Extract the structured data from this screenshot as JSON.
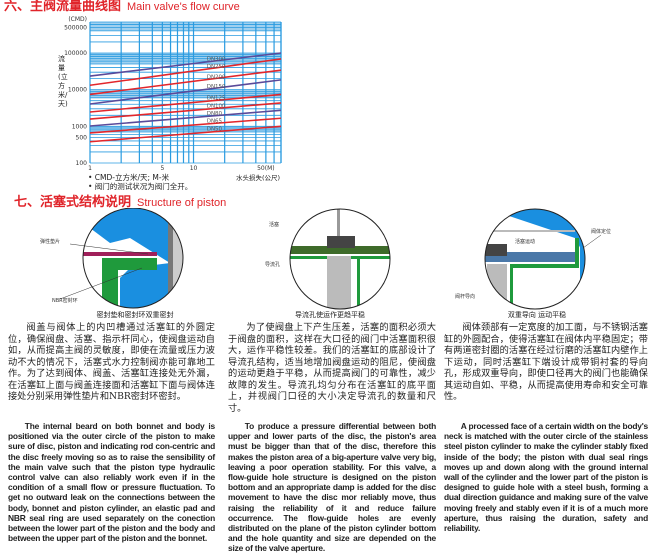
{
  "section6": {
    "title_zh": "六、主阀流量曲线图",
    "title_en": "Main valve's flow curve"
  },
  "chart_data": {
    "type": "line",
    "title": "Main valve's flow curve",
    "xlabel": "水头损失(公尺)",
    "ylabel": "流量(立方米/天)",
    "yunit": "(CMD)",
    "xscale": "log",
    "yscale": "log",
    "xlim": [
      1,
      70
    ],
    "ylim": [
      100,
      700000
    ],
    "xticks": [
      "1",
      "5",
      "10",
      "50(M)"
    ],
    "xtick_values": [
      1,
      5,
      10,
      50
    ],
    "yticks": [
      "500000",
      "100000",
      "10000",
      "1000",
      "500",
      "100"
    ],
    "ytick_values": [
      500000,
      100000,
      10000,
      1000,
      500,
      100
    ],
    "grid": true,
    "series": [
      {
        "name": "DN300",
        "x": [
          1,
          70
        ],
        "values": [
          23500,
          100000
        ]
      },
      {
        "name": "DN250",
        "x": [
          1,
          70
        ],
        "values": [
          13200,
          69000
        ]
      },
      {
        "name": "DN200",
        "x": [
          1,
          70
        ],
        "values": [
          7400,
          34000
        ]
      },
      {
        "name": "DN150",
        "x": [
          1,
          70
        ],
        "values": [
          4060,
          18500
        ]
      },
      {
        "name": "DN125",
        "x": [
          1,
          70
        ],
        "values": [
          2460,
          7400
        ]
      },
      {
        "name": "DN100",
        "x": [
          1,
          70
        ],
        "values": [
          1580,
          4350
        ]
      },
      {
        "name": "DN80",
        "x": [
          1,
          70
        ],
        "values": [
          1020,
          2740
        ]
      },
      {
        "name": "DN65",
        "x": [
          1,
          70
        ],
        "values": [
          660,
          1660
        ]
      },
      {
        "name": "DN50",
        "x": [
          1,
          70
        ],
        "values": [
          380,
          1000
        ]
      }
    ],
    "notes": [
      "• CMD-立方米/天; M-米",
      "• 阀门的测试状况为阀门全开。"
    ]
  },
  "section7": {
    "title_zh": "七、活塞式结构说明",
    "title_en": "Structure of piston"
  },
  "diagrams": [
    {
      "caption": "密封垫和密封环双重密封",
      "labels": [
        "弹性垫片",
        "NBR密封环"
      ]
    },
    {
      "caption": "导流孔使运作更趋平稳",
      "labels": [
        "活塞",
        "导流孔"
      ]
    },
    {
      "caption": "双重导向  运动平稳",
      "labels": [
        "阀体定位",
        "活塞运动",
        "阀杆导向"
      ]
    }
  ],
  "paragraphs_zh": [
    "阀盖与阀体上的内凹槽通过活塞缸的外圆定位，确保阀盘、活塞、指示杆同心，使阀盘运动自如，从而提高主阀的灵敏度，即使在流量或压力波动不大的情况下，活塞式水力控制阀亦能可靠地工作。为了达到阀体、阀盖、活塞缸连接处无外漏，在活塞缸上面与阀盖连接面和活塞缸下面与阀体连接处分别采用弹性垫片和NBR密封环密封。",
    "为了使阀盘上下产生压差，活塞的面积必须大于阀盘的面积，这样在大口径的阀门中活塞面积很大，运作平稳性较差。我们的活塞缸的底部设计了导流孔结构，适当地增加阀盘运动的阻尼，使阀盘的运动更趋于平稳，从而提高阀门的可靠性，减少故障的发生。导流孔均匀分布在活塞缸的底平面上，并视阀门口径的大小决定导流孔的数量和尺寸。",
    "阀体颈部有一定宽度的加工面，与不锈钢活塞缸的外圆配合，使得活塞缸在阀体内平稳固定；带有两道密封圈的活塞在经过衍磨的活塞缸内壁作上下运动，同时活塞缸下端设计成带铜衬套的导向孔，形成双重导向，即使口径再大的阀门也能确保其运动自如、平稳，从而提高使用寿命和安全可靠性。"
  ],
  "paragraphs_en": [
    "The internal beard on both bonnet and body is positioned via the outer circle of the piston to make sure of disc, piston and indicating rod con-centric and the disc freely moving so as to raise the sensibility of the main valve such that the piston type hydraulic control valve can also reliably work even if in the condition of a small flow or pressure fluctuation. To get no outward leak on the connections between the body, bonnet and piston cylinder, an elastic pad and NBR seal ring are used separately on the conection between the lower part of the piston and the body and between the upper part of the piston and the bonnet.",
    "To produce a pressure differential between both upper and lower parts of the disc, the piston's area must be bigger than that of the disc, therefore this makes the piston area of a big-aperture valve very big, leaving a poor operation stability. For this valve, a flow-guide hole structure is designed on the piston bottom and an appropriate damp is added for the disc movement to have the disc mor reliably move, thus raising the reliability of it and reduce failure occurrence. The flow-guide holes are evenly distributed on the plane of the piston cylinder bottom and the hole quantity and size are depended on the size of the valve aperture.",
    "A processed face of a certain width on the body's neck is matched with the outer circle of the stainless steel piston cylinder to make the cylinder stably fixed inside of the body; the piston with dual seal rings moves up and down along with the ground internal wall of the cylinder and the lower part of the piston is designed to guide hole with a steel bush, forming a dual direction guidance and making sure of the valve moving freely and stably even if it is of a much more aperture, thus raising the duration, safety and reliability."
  ]
}
